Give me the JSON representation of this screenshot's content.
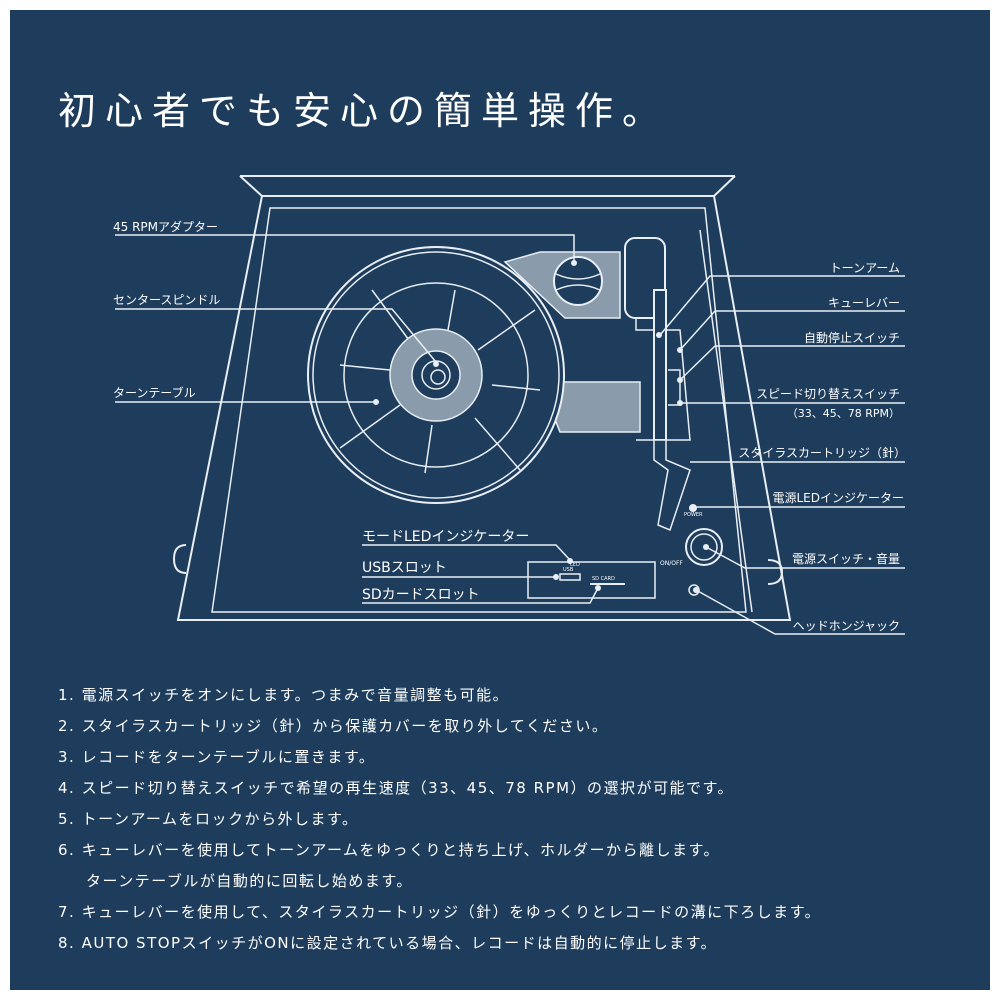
{
  "title": "初心者でも安心の簡単操作。",
  "labels_left": {
    "adapter": "45 RPMアダプター",
    "spindle": "センタースピンドル",
    "turntable": "ターンテーブル",
    "mode_led": "モードLEDインジケーター",
    "usb": "USBスロット",
    "sd": "SDカードスロット"
  },
  "labels_right": {
    "tonearm": "トーンアーム",
    "cue_lever": "キューレバー",
    "auto_stop": "自動停止スイッチ",
    "speed_switch": "スピード切り替えスイッチ",
    "speed_values": "（33、45、78 RPM）",
    "stylus": "スタイラスカートリッジ（針）",
    "power_led": "電源LEDインジケーター",
    "power_volume": "電源スイッチ・音量",
    "headphone": "ヘッドホンジャック"
  },
  "panel_marks": {
    "led": "LED",
    "usb": "USB",
    "sd": "SD CARD",
    "on_off": "ON/OFF",
    "power": "POWER"
  },
  "steps": [
    "1. 電源スイッチをオンにします。つまみで音量調整も可能。",
    "2. スタイラスカートリッジ（針）から保護カバーを取り外してください。",
    "3. レコードをターンテーブルに置きます。",
    "4. スピード切り替えスイッチで希望の再生速度（33、45、78 RPM）の選択が可能です。",
    "5. トーンアームをロックから外します。",
    "6. キューレバーを使用してトーンアームをゆっくりと持ち上げ、ホルダーから離します。",
    "ターンテーブルが自動的に回転し始めます。",
    "7. キューレバーを使用して、スタイラスカートリッジ（針）をゆっくりとレコードの溝に下ろします。",
    "8. AUTO STOPスイッチがONに設定されている場合、レコードは自動的に停止します。"
  ],
  "colors": {
    "background": "#1e3c5b",
    "line": "#e8eef4",
    "fill": "#8a9bab"
  }
}
